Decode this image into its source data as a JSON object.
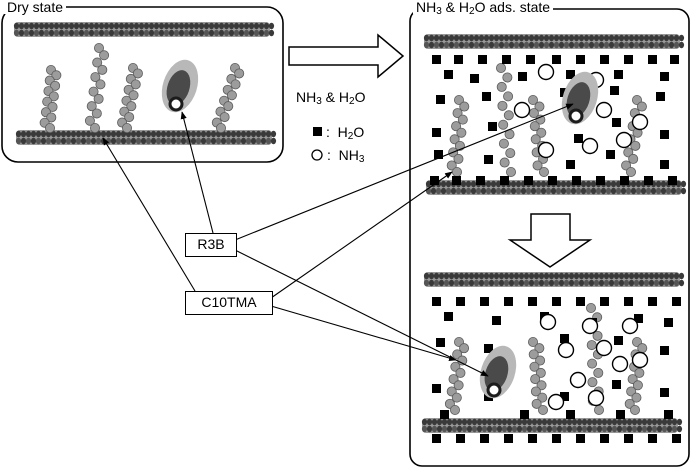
{
  "panels": {
    "dry": {
      "title": "Dry state"
    },
    "ads": {
      "title_parts": [
        "NH",
        "3",
        " & H",
        "2",
        "O ads. state"
      ]
    }
  },
  "process_label_parts": [
    "NH",
    "3",
    " & H",
    "2",
    "O"
  ],
  "legend": {
    "h2o": {
      "symbol": "■",
      "sep": ":",
      "parts": [
        "H",
        "2",
        "O"
      ]
    },
    "nh3": {
      "symbol": "○",
      "sep": ":",
      "parts": [
        "NH",
        "3"
      ]
    }
  },
  "tags": {
    "r3b": "R3B",
    "c10tma": "C10TMA"
  },
  "colors": {
    "line": "#000000",
    "layer_dark": "#3a3a3a",
    "layer_light": "#9a9a9a",
    "surfactant": "#9c9c9c",
    "surfactant_edge": "#5c5c5c",
    "dye_outer": "#b8b8b8",
    "dye_inner": "#4a4a4a",
    "dye_core": "#1c1c1c"
  }
}
